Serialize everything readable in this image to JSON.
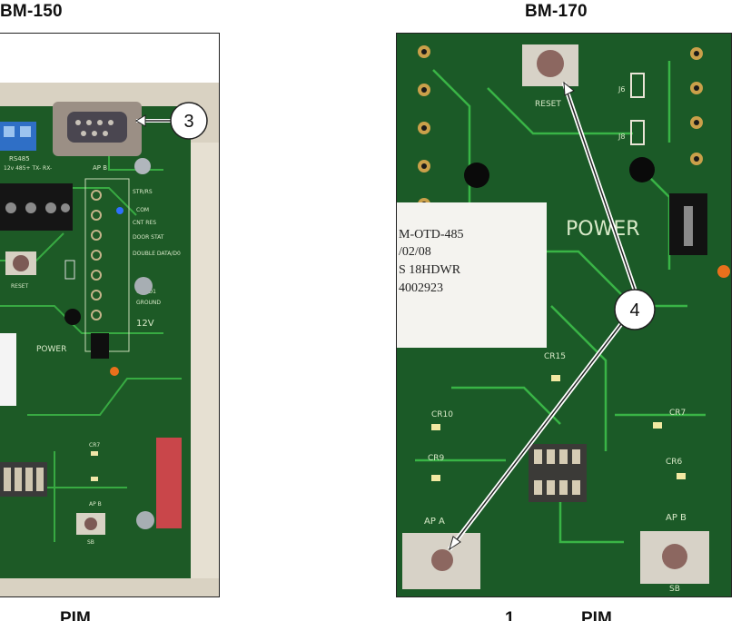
{
  "headings": {
    "left": "BM-150",
    "right": "BM-170"
  },
  "callouts": {
    "left": "3",
    "right": "4"
  },
  "left_board": {
    "connector_label": "RS485",
    "pin_labels": "12v 485+ TX- RX-",
    "ap_label": "AP B",
    "side_labels": [
      "STR/RS",
      "COM",
      "CNT RES",
      "DOOR STAT",
      "DOUBLE DATA/D0",
      "CLK/D1",
      "GROUND",
      "12V"
    ],
    "reset_label": "RESET",
    "power_label": "POWER",
    "led_label": "CR7",
    "apb_label": "AP B",
    "sb_label": "SB"
  },
  "right_board": {
    "reset_label": "RESET",
    "jumpers": [
      "J6",
      "J8"
    ],
    "power_label": "POWER",
    "sticker_lines": [
      "M-OTD-485",
      "/02/08",
      "S 18HDWR",
      "4002923"
    ],
    "leds": [
      "CR15",
      "CR10",
      "CR9",
      "CR7",
      "CR6"
    ],
    "ap_a_label": "AP A",
    "ap_b_label": "AP B",
    "sb_label": "SB"
  },
  "footer": {
    "left": "PIM",
    "right_a": "1",
    "right_b": "PIM"
  },
  "colors": {
    "pcb": "#1b5a27",
    "trace": "#3fbf4a",
    "callout_border": "#222222"
  }
}
